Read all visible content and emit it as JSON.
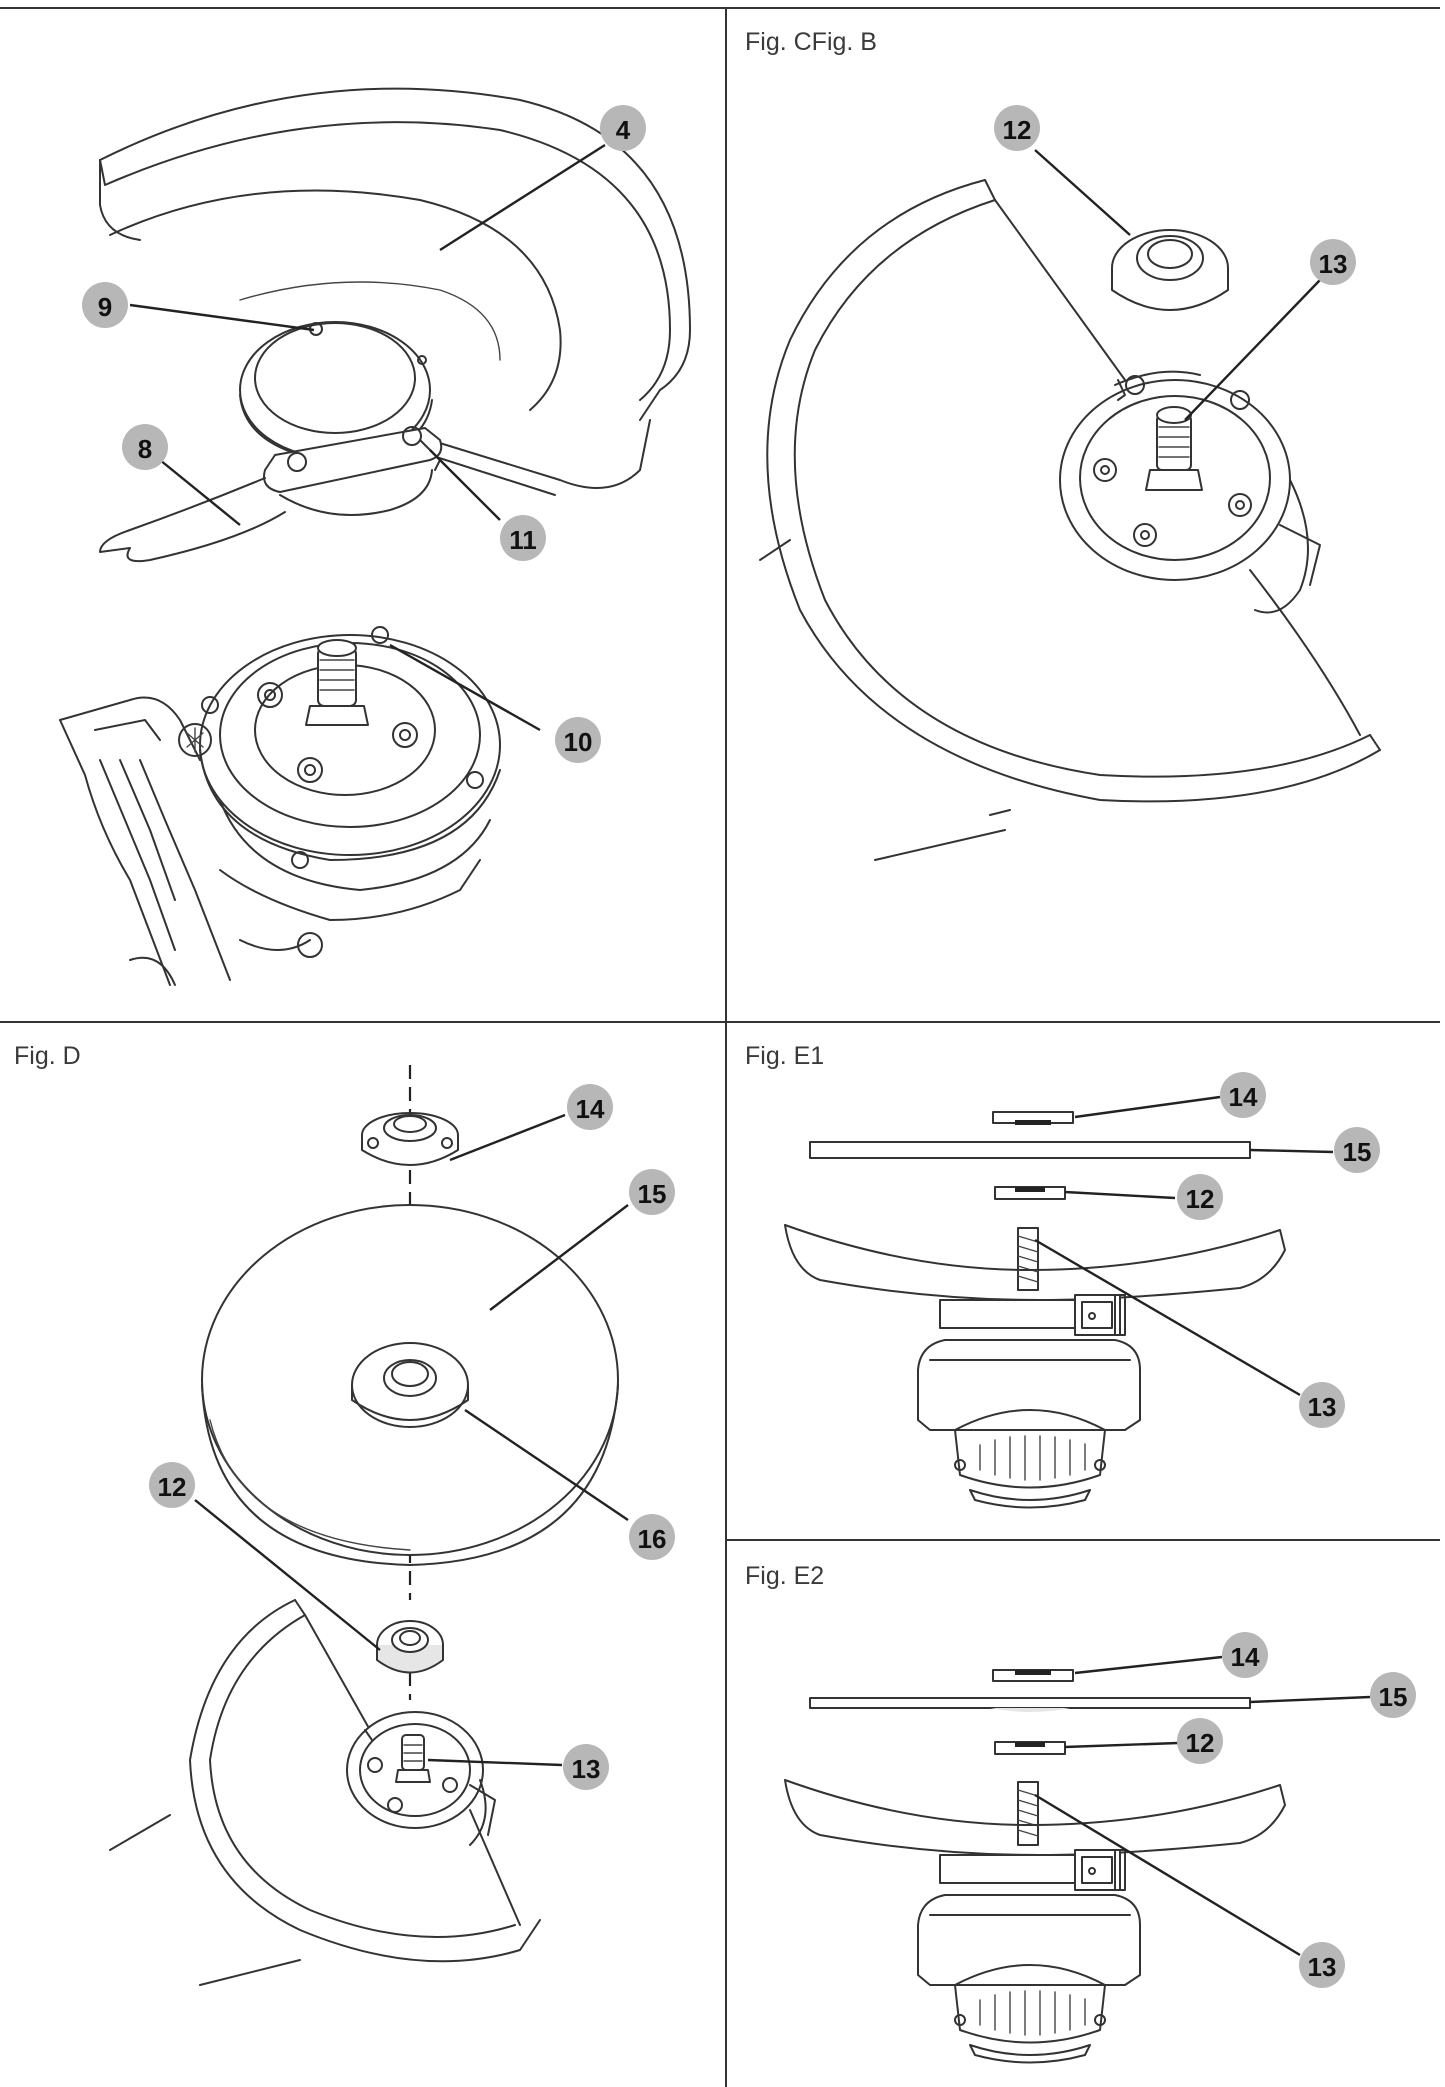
{
  "figures": {
    "fig_bc": {
      "label": "Fig. CFig. B"
    },
    "fig_d": {
      "label": "Fig. D"
    },
    "fig_e1": {
      "label": "Fig. E1"
    },
    "fig_e2": {
      "label": "Fig. E2"
    }
  },
  "callouts": {
    "a_4": "4",
    "a_9": "9",
    "a_8": "8",
    "a_11": "11",
    "a_10": "10",
    "b_12": "12",
    "b_13": "13",
    "d_14": "14",
    "d_15": "15",
    "d_16": "16",
    "d_12": "12",
    "d_13": "13",
    "e1_14": "14",
    "e1_15": "15",
    "e1_12": "12",
    "e1_13": "13",
    "e2_14": "14",
    "e2_15": "15",
    "e2_12": "12",
    "e2_13": "13"
  },
  "colors": {
    "callout_fill": "#b7b7b7",
    "line": "#333333",
    "label": "#3a3a3a"
  }
}
